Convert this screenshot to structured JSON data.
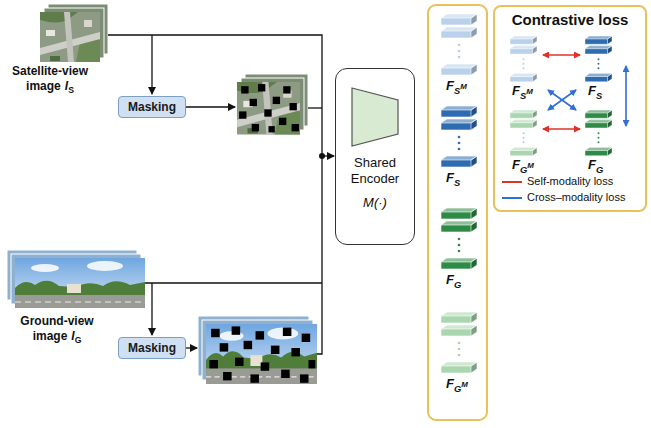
{
  "diagram": {
    "nodes": [
      {
        "text": [
          "Masking"
        ]
      },
      {
        "text": [
          "Shared Encoder",
          "M(·)"
        ]
      },
      {
        "text": [
          "Masking"
        ]
      },
      {
        "text": [
          "Contrastive loss"
        ]
      }
    ],
    "labels": [
      "Satellite-view image",
      "I",
      "S",
      "Ground-view image",
      "I",
      "G",
      "F",
      "S",
      "M",
      "F",
      "S",
      "F",
      "G",
      "F",
      "G",
      "M",
      "F",
      "S",
      "M",
      "F",
      "S",
      "F",
      "G",
      "M",
      "F",
      "G"
    ],
    "legend": [
      {
        "text": "Self-modality loss"
      },
      {
        "text": "Cross–modality loss"
      }
    ]
  }
}
